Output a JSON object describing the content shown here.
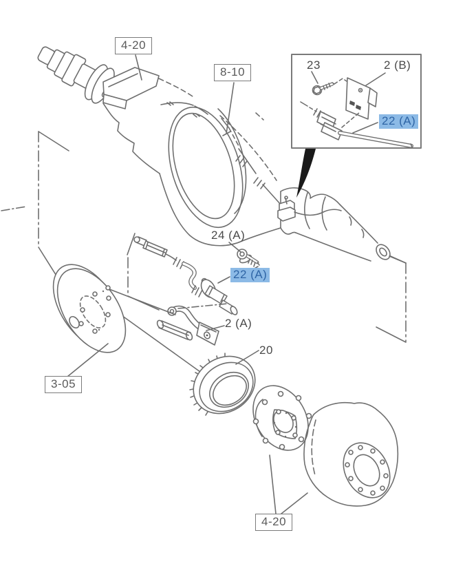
{
  "colors": {
    "line": "#6e6e6e",
    "highlight_bg": "#8cbae6",
    "highlight_text": "#2e64a5",
    "label_text": "#4a4a4a",
    "box_border": "#7a7a7a",
    "pointer": "#1a1a1a"
  },
  "labels": {
    "ref_4_20_top": "4-20",
    "ref_8_10": "8-10",
    "ref_3_05": "3-05",
    "ref_4_20_bottom": "4-20",
    "part_23": "23",
    "part_2b": "2 (B)",
    "part_22a_inset": "22 (A)",
    "part_24a": "24 (A)",
    "part_22a_main": "22 (A)",
    "part_2a": "2 (A)",
    "part_20": "20"
  }
}
